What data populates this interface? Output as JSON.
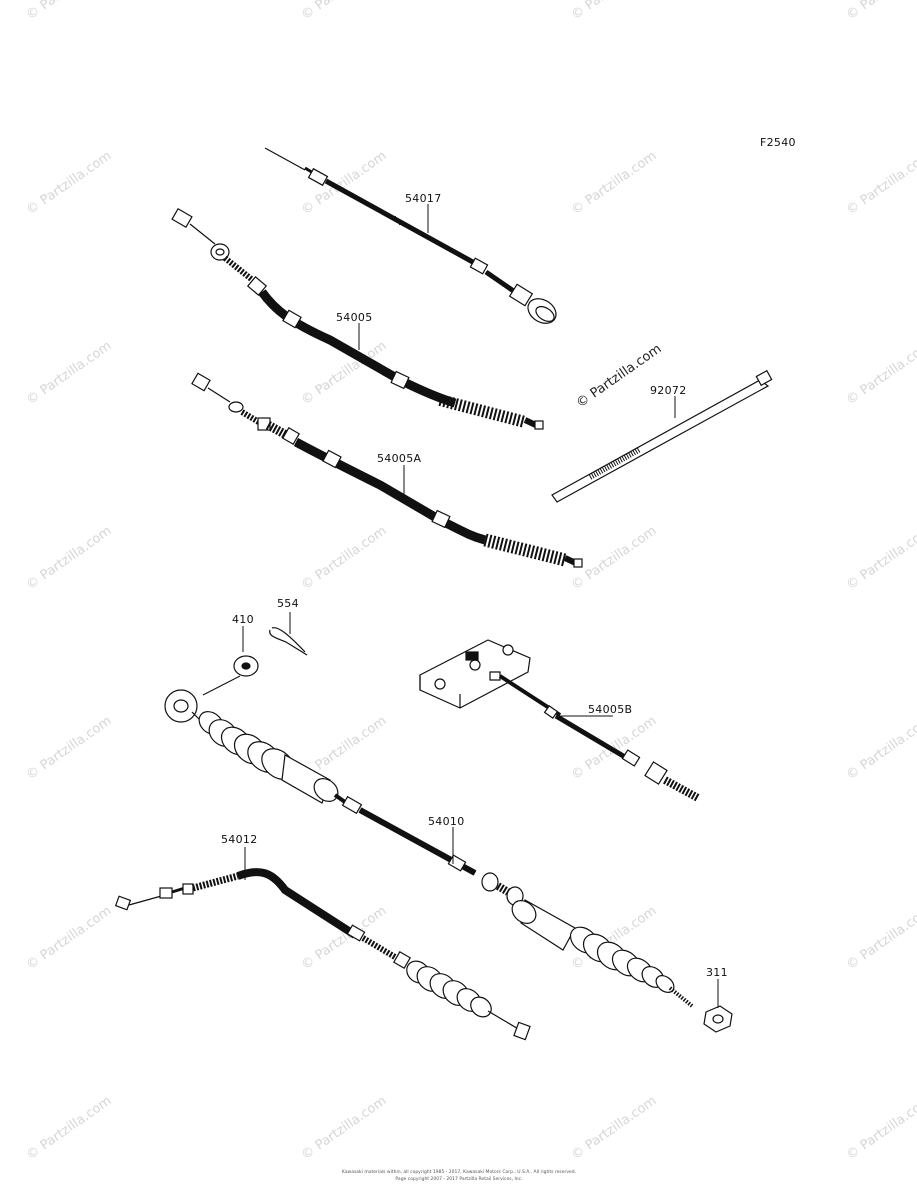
{
  "figure_code": "F2540",
  "watermark": "© Partzilla.com",
  "footer_lines": [
    "Kawasaki materials within, all copyright 1985 - 2017, Kawasaki Motors Corp., U.S.A.. All rights reserved.",
    "Page copyright 2007 - 2017 Partzilla Retail Services, Inc."
  ],
  "callouts": [
    {
      "id": "54017",
      "text": "54017"
    },
    {
      "id": "54005",
      "text": "54005"
    },
    {
      "id": "92072",
      "text": "92072"
    },
    {
      "id": "54005A",
      "text": "54005A"
    },
    {
      "id": "410",
      "text": "410"
    },
    {
      "id": "554",
      "text": "554"
    },
    {
      "id": "54005B",
      "text": "54005B"
    },
    {
      "id": "54010",
      "text": "54010"
    },
    {
      "id": "54012",
      "text": "54012"
    },
    {
      "id": "311",
      "text": "311"
    }
  ]
}
